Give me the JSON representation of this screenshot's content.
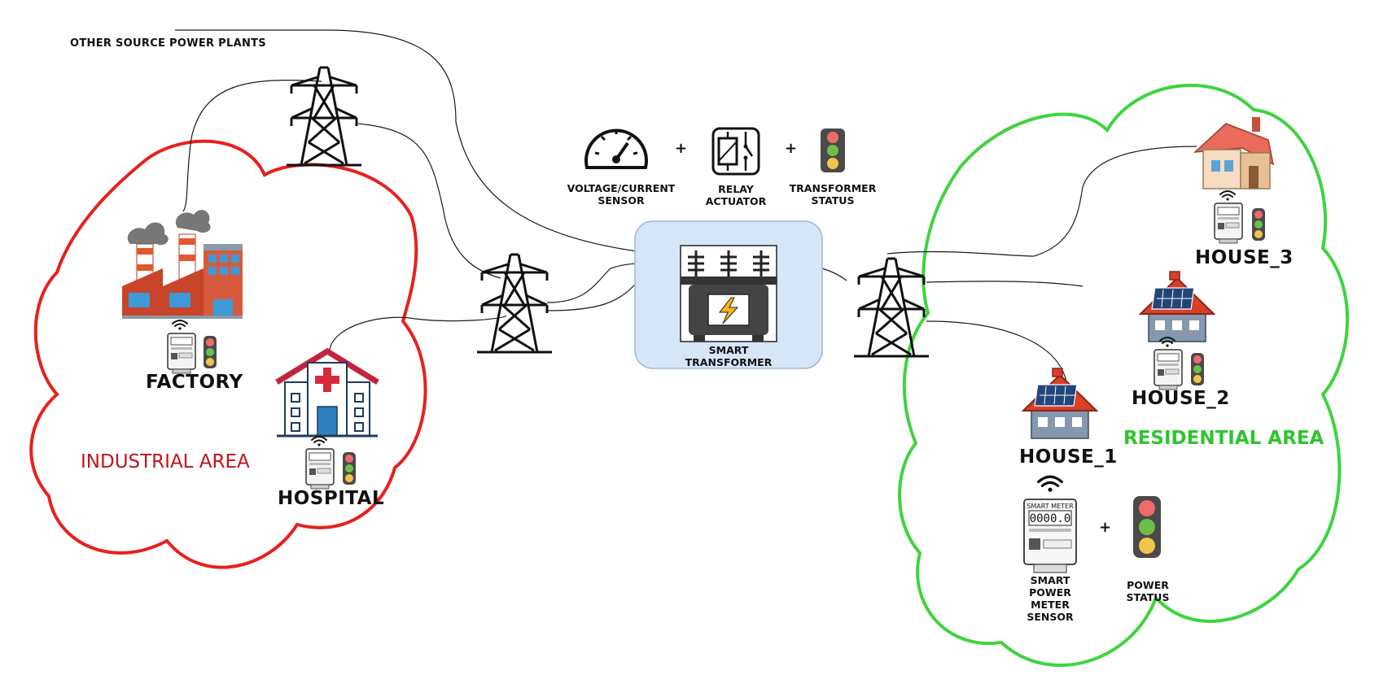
{
  "labels": {
    "other_source": "OTHER SOURCE POWER PLANTS",
    "voltage_sensor": "VOLTAGE/CURRENT SENSOR",
    "relay": "RELAY ACTUATOR",
    "transformer_status": "TRANSFORMER STATUS",
    "smart_transformer": "SMART TRANSFORMER",
    "factory": "FACTORY",
    "hospital": "HOSPITAL",
    "industrial_area": "INDUSTRIAL AREA",
    "residential_area": "RESIDENTIAL  AREA",
    "house_1": "HOUSE_1",
    "house_2": "HOUSE_2",
    "house_3": "HOUSE_3",
    "smart_meter_sensor": "SMART POWER METER SENSOR",
    "power_status": "POWER STATUS",
    "plus": "+",
    "meter_brand": "SMART METER",
    "meter_reading": "0000.0"
  },
  "colors": {
    "industrial": "#e8201e",
    "residential": "#3ed43e",
    "transformer_box": "#d6e6f7",
    "wire": "#1a1a1a"
  },
  "icons": [
    "transmission-tower-icon",
    "factory-icon",
    "hospital-icon",
    "house-icon",
    "solar-house-icon",
    "smart-meter-icon",
    "traffic-light-icon",
    "gauge-icon",
    "relay-icon",
    "transformer-icon",
    "wifi-icon"
  ]
}
